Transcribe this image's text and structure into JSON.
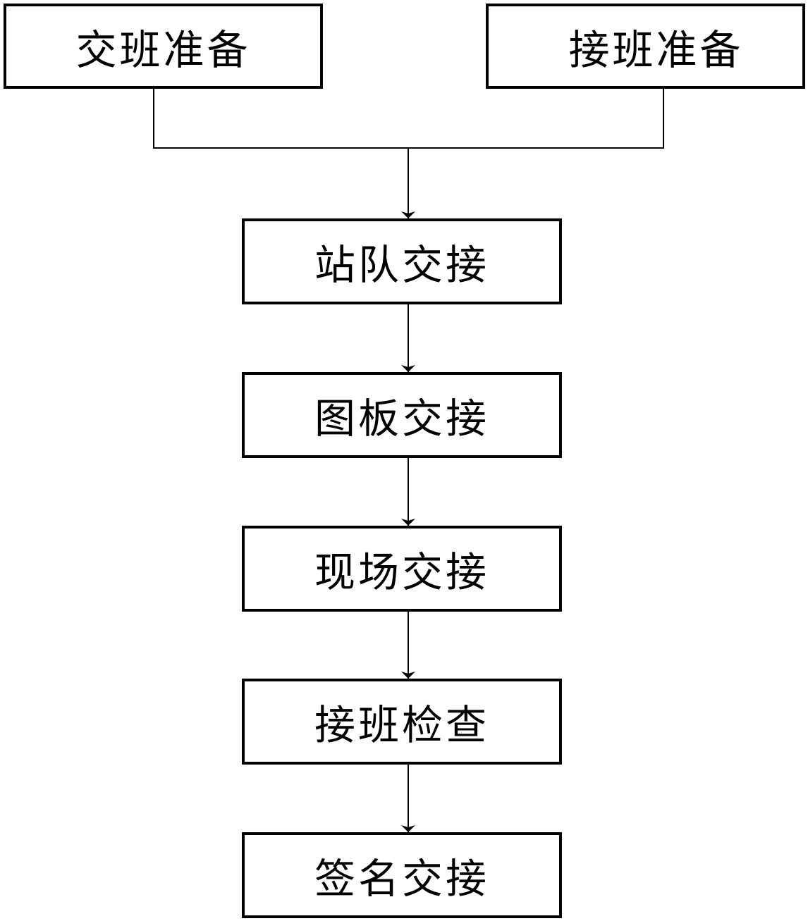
{
  "diagram": {
    "top_left": "交班准备",
    "top_right": "接班准备",
    "steps": [
      "站队交接",
      "图板交接",
      "现场交接",
      "接班检查",
      "签名交接"
    ]
  }
}
